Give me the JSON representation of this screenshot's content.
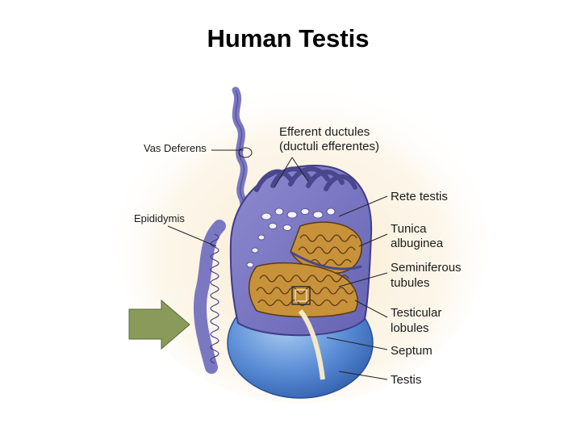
{
  "slide": {
    "title": "Human Testis"
  },
  "diagram": {
    "labels_left": {
      "vas_deferens": "Vas Deferens",
      "epididymis": "Epididymis"
    },
    "labels_right": {
      "efferent_1": "Efferent ductules",
      "efferent_2": "(ductuli efferentes)",
      "rete_testis": "Rete testis",
      "tunica_1": "Tunica",
      "tunica_2": "albuginea",
      "seminiferous_1": "Seminiferous",
      "seminiferous_2": "tubules",
      "lobules_1": "Testicular",
      "lobules_2": "lobules",
      "septum": "Septum",
      "testis": "Testis"
    },
    "colors": {
      "tunica_purple": "#7b78c2",
      "tubule_tan": "#c8923a",
      "testis_blue": "#5b8dd6",
      "arrow_green": "#8a9a5b"
    }
  }
}
